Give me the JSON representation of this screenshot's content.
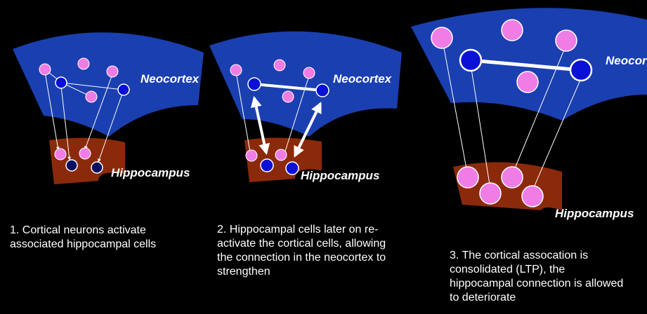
{
  "colors": {
    "background": "#000000",
    "neocortex": "#1a3fb0",
    "hippocampus": "#8b2a0a",
    "pink_cell": "#f07de6",
    "blue_cell": "#0a10d6",
    "dark_cell": "#0a1060"
  },
  "panels": [
    {
      "neocortex_label": "Neocortex",
      "hippocampus_label": "Hippocampus",
      "caption": "1. Cortical neurons activate associated hippocampal cells"
    },
    {
      "neocortex_label": "Neocortex",
      "hippocampus_label": "Hippocampus",
      "caption": "2. Hippocampal cells later on re-activate the cortical cells, allowing the connection in the neocortex to strengthen"
    },
    {
      "neocortex_label": "Neocortex",
      "hippocampus_label": "Hippocampus",
      "caption": "3. The cortical assocation is consolidated (LTP), the hippocampal connection is allowed to deteriorate"
    }
  ]
}
